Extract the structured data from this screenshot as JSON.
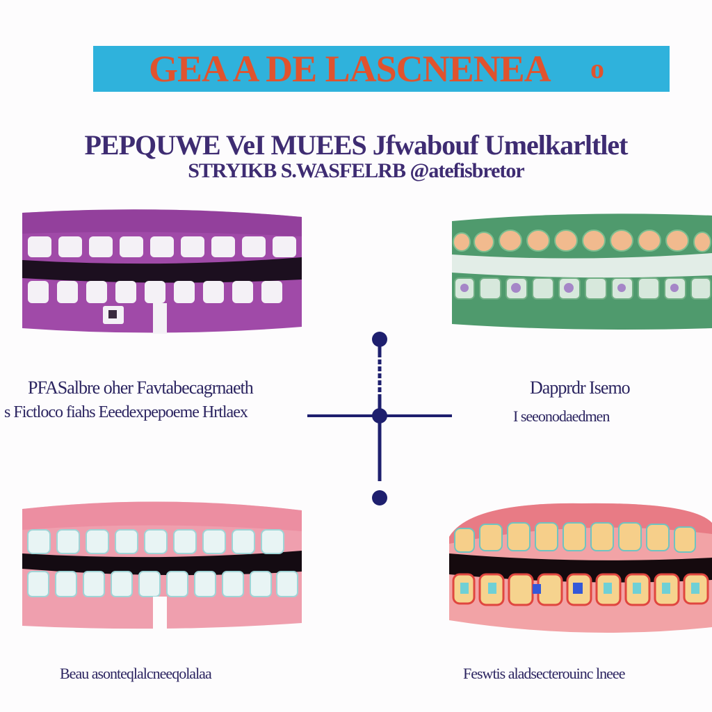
{
  "header": {
    "title": "GEA A DE LASCNENEA",
    "title_mark": "o",
    "subtitle_line1": "PEPQUWE VeI MUEES Jfwabouf Umelkarltlet",
    "subtitle_line2": "STRYIKB S.WASFELRB @atefisbretor"
  },
  "panels": {
    "top_left": {
      "caption_line1": "PFASalbre oher Favtabecagrnaeth",
      "caption_line2": "s Fictloco fiahs Eeedexpepoeme Hrtlaex"
    },
    "top_right": {
      "caption_line1": "Dapprdr Isemo",
      "caption_line2": "I seeonodaedmen"
    },
    "bottom_left": {
      "caption": "Beau asonteqlalcneeqolalaa"
    },
    "bottom_right": {
      "caption": "Feswtis aladsecterouinc lneee"
    }
  },
  "colors": {
    "banner": "#2fb2dc",
    "title": "#e0532e",
    "text": "#3e2c72",
    "axis": "#1e1f6e",
    "purple_gum": "#a04aa8",
    "green_gum": "#4f9a6d",
    "pink_gum": "#ef9fae",
    "red_gum": "#e46a77"
  }
}
